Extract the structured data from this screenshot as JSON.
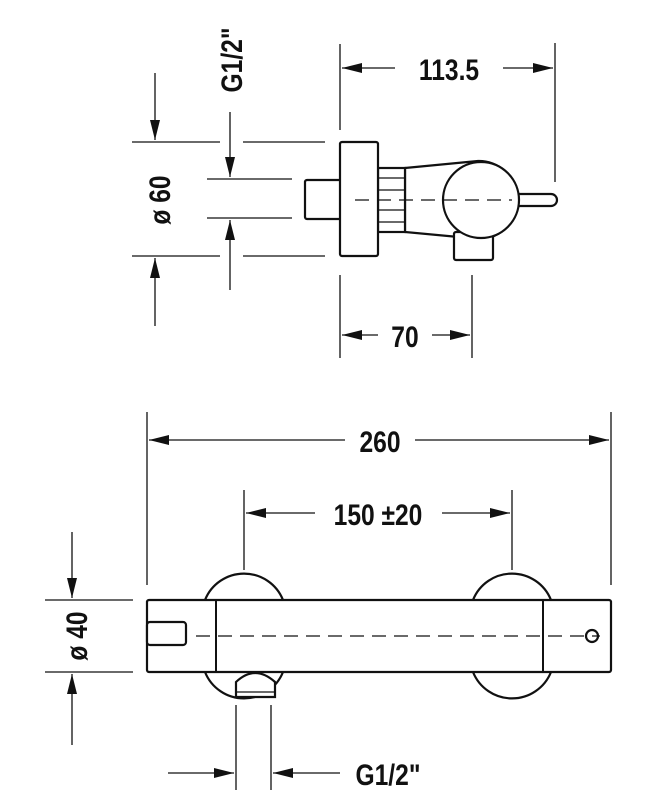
{
  "side_view": {
    "depth_total": "113.5",
    "diameter_rosette": "ø 60",
    "connection_thread": "G1/2\"",
    "depth_body": "70"
  },
  "front_view": {
    "overall_width": "260",
    "connection_spacing": "150 ±20",
    "body_diameter": "ø 40",
    "outlet_thread": "G1/2\""
  }
}
